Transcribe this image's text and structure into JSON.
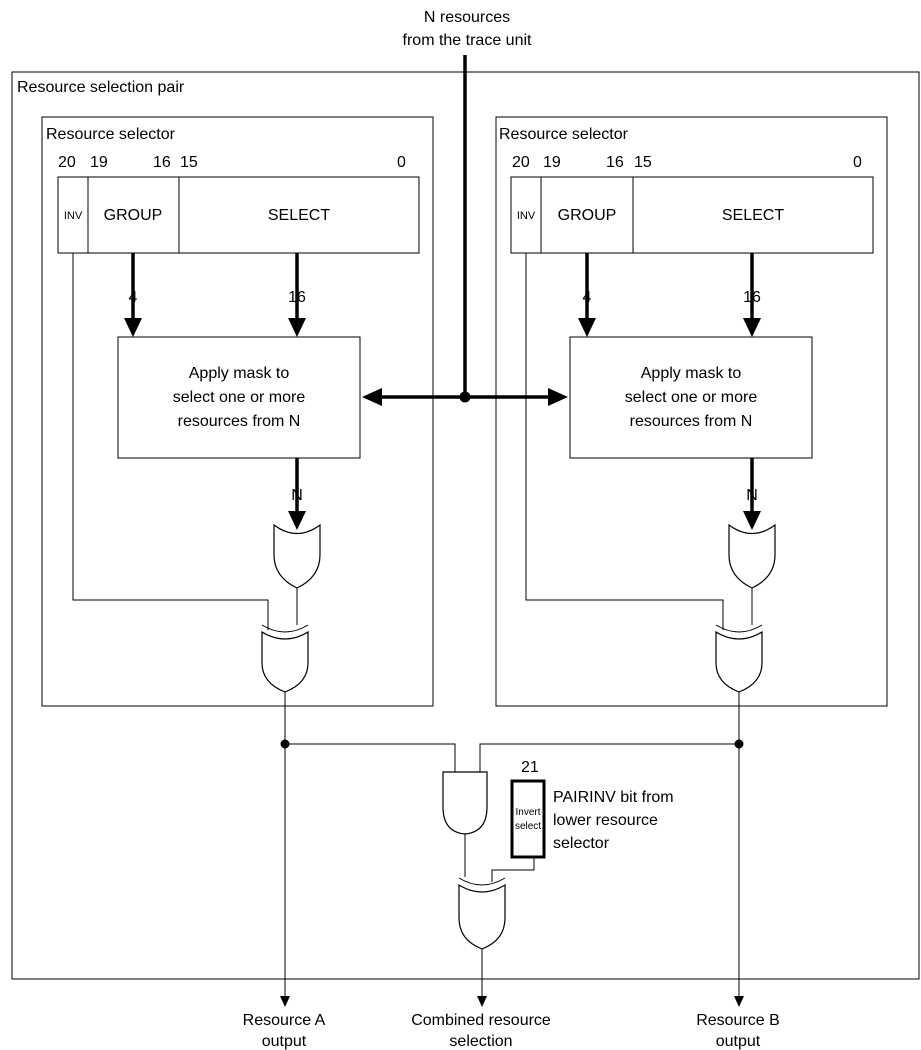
{
  "input_label": [
    "N resources",
    "from the trace unit"
  ],
  "pair_label": "Resource selection pair",
  "selectors": [
    {
      "title": "Resource selector",
      "bits": {
        "b20": "20",
        "b19": "19",
        "b16": "16",
        "b15": "15",
        "b0": "0"
      },
      "fields": {
        "inv": "INV",
        "group": "GROUP",
        "select": "SELECT"
      },
      "widths": {
        "group": "4",
        "select": "16",
        "out": "N"
      },
      "mask_box": [
        "Apply mask to",
        "select one or more",
        "resources from N"
      ]
    },
    {
      "title": "Resource selector",
      "bits": {
        "b20": "20",
        "b19": "19",
        "b16": "16",
        "b15": "15",
        "b0": "0"
      },
      "fields": {
        "inv": "INV",
        "group": "GROUP",
        "select": "SELECT"
      },
      "widths": {
        "group": "4",
        "select": "16",
        "out": "N"
      },
      "mask_box": [
        "Apply mask to",
        "select one or more",
        "resources from N"
      ]
    }
  ],
  "pairinv": {
    "bit": "21",
    "box": [
      "Invert",
      "select"
    ],
    "label": [
      "PAIRINV bit from",
      "lower resource",
      "selector"
    ]
  },
  "outputs": {
    "a": [
      "Resource A",
      "output"
    ],
    "combined": [
      "Combined resource",
      "selection"
    ],
    "b": [
      "Resource B",
      "output"
    ]
  }
}
